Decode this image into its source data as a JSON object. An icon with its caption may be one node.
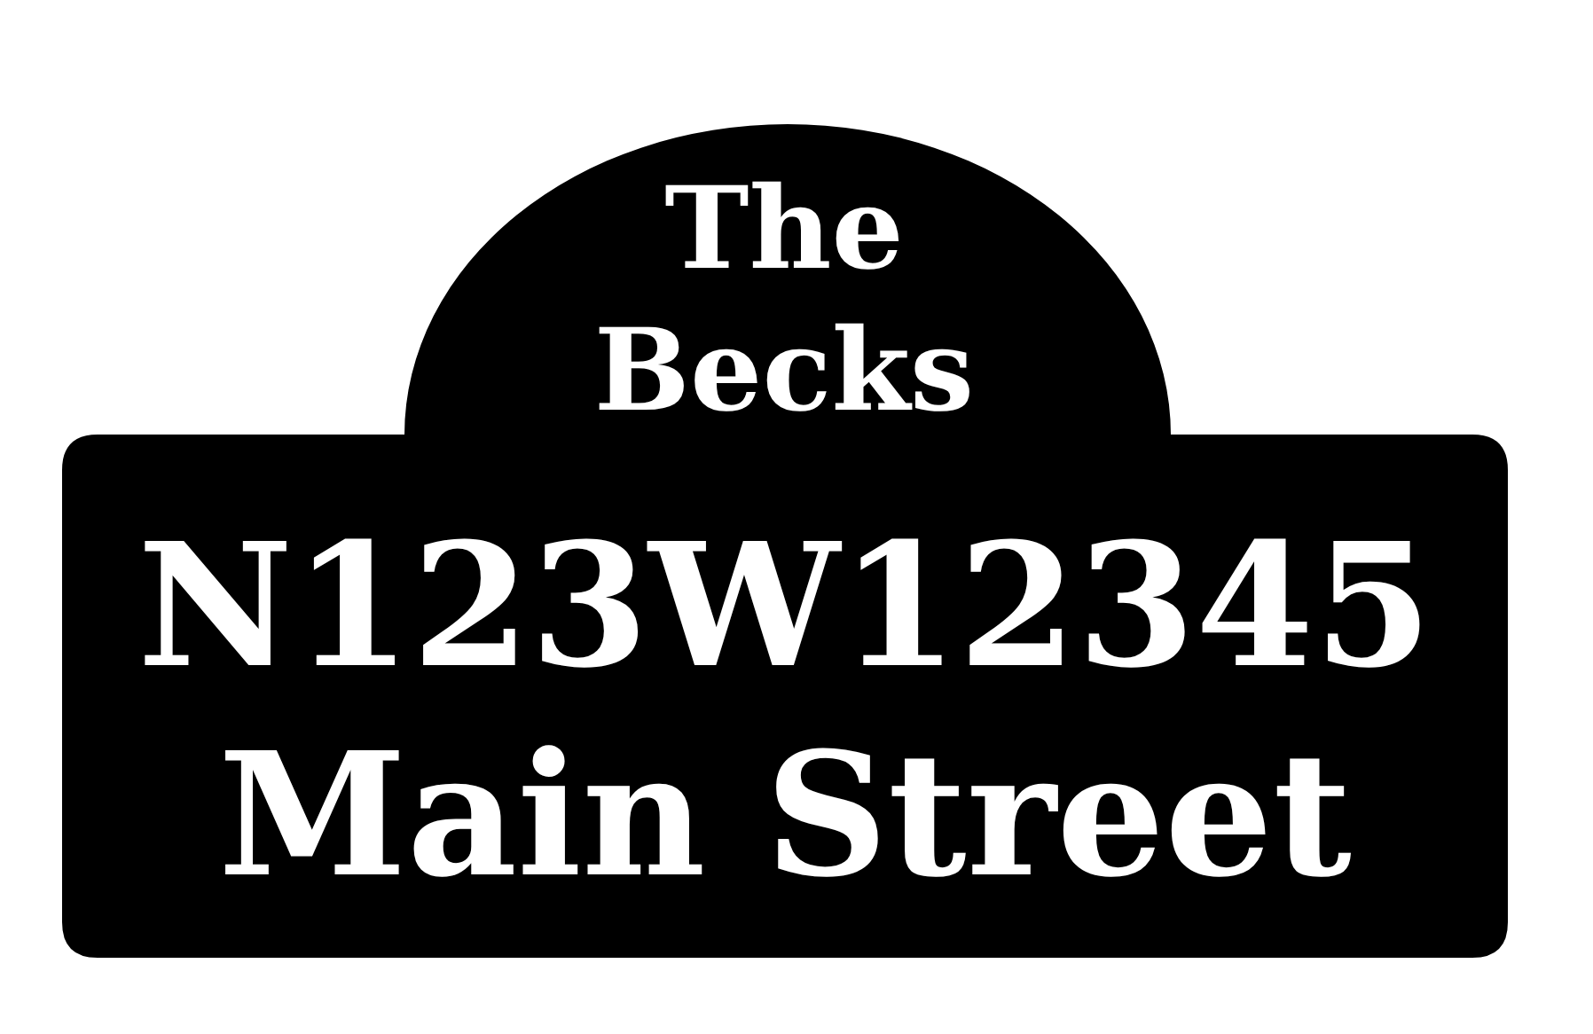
{
  "diagram": {
    "nodes": [
      {
        "text": [
          "The Becks",
          "N123W12345",
          "Main Street"
        ]
      }
    ]
  }
}
